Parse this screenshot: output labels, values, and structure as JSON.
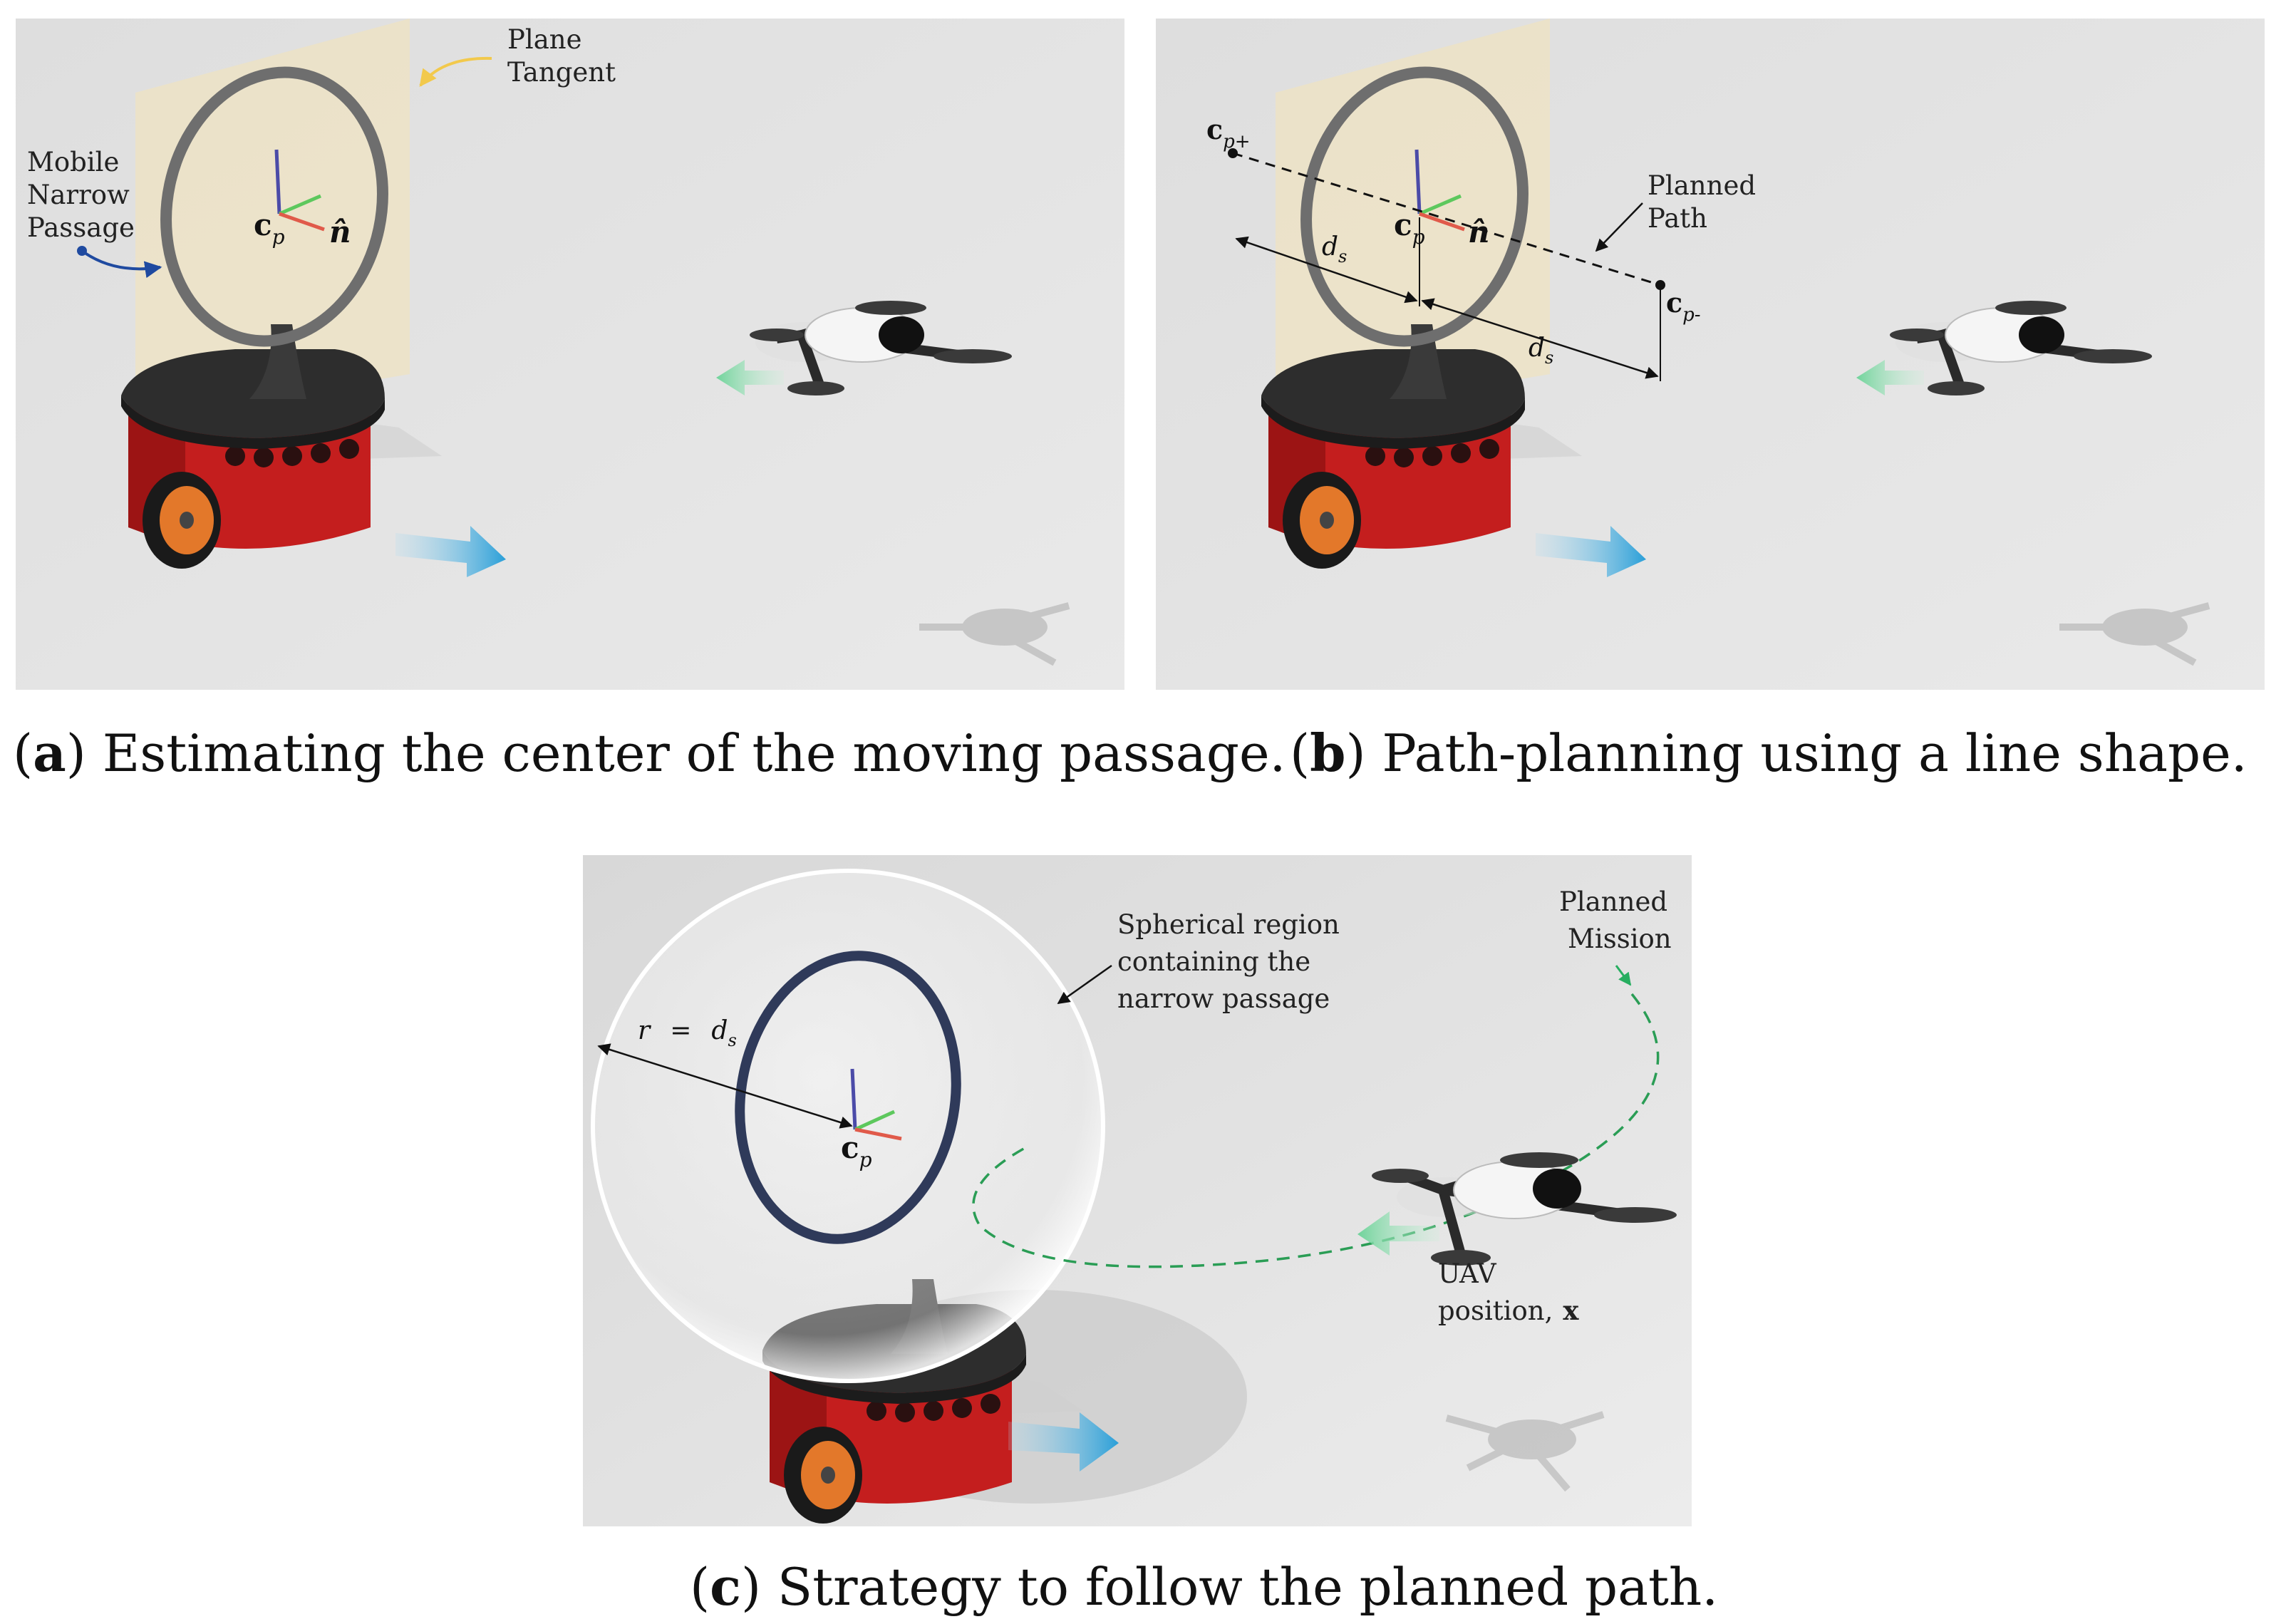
{
  "panel_a": {
    "caption_letter": "a",
    "caption_text": "Estimating the center of the moving passage.",
    "label_plane_1": "Plane",
    "label_plane_2": "Tangent",
    "label_passage_1": "Mobile",
    "label_passage_2": "Narrow",
    "label_passage_3": "Passage",
    "center_symbol": "c",
    "center_sub": "p",
    "normal_symbol": "n̂"
  },
  "panel_b": {
    "caption_letter": "b",
    "caption_text": "Path-planning using a line shape.",
    "label_path_1": "Planned",
    "label_path_2": "Path",
    "center_symbol": "c",
    "center_sub": "p",
    "start_sub": "p+",
    "end_sub": "p-",
    "normal_symbol": "n̂",
    "dist_symbol": "d",
    "dist_sub": "s"
  },
  "panel_c": {
    "caption_letter": "c",
    "caption_text": "Strategy to follow the planned path.",
    "label_sphere_1": "Spherical region",
    "label_sphere_2": "containing the",
    "label_sphere_3": "narrow passage",
    "label_mission_1": "Planned",
    "label_mission_2": "Mission",
    "label_uav_1": "UAV",
    "label_uav_2": "position,",
    "uav_symbol": "x",
    "radius_symbol": "r",
    "radius_eq": "=",
    "dist_symbol": "d",
    "dist_sub": "s",
    "center_symbol": "c",
    "center_sub": "p"
  }
}
